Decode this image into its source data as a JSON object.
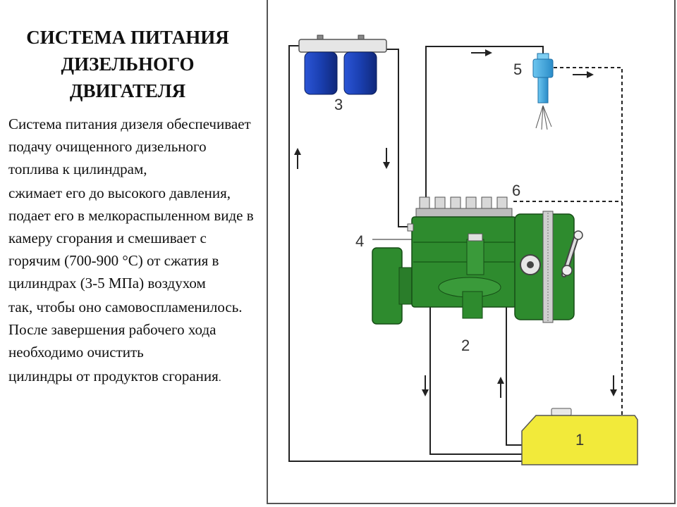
{
  "title": {
    "line1": "СИСТЕМА ПИТАНИЯ",
    "line2": "ДИЗЕЛЬНОГО",
    "line3": "ДВИГАТЕЛЯ"
  },
  "paragraphs": {
    "p1": "Система питания дизеля обеспечивает подачу очищенного дизельного топлива к цилиндрам,",
    "p2": "сжимает его до высокого давления, подает его в мелкораспыленном виде в камеру сгорания и смешивает с горячим (700-900 °С) от сжатия в цилиндрах (3-5 МПа) воздухом",
    "p3": "так, чтобы оно самовоспламенилось. После завершения рабочего хода необходимо очистить",
    "p4_main": "цилиндры от продуктов сгорания",
    "p4_end": "."
  },
  "diagram": {
    "label1": "1",
    "label2": "2",
    "label3": "3",
    "label4": "4",
    "label5": "5",
    "label6": "6"
  },
  "colors": {
    "pump": "#2e8b2e",
    "pump_dark": "#1e6a1e",
    "filter": "#1a3fb0",
    "tank": "#f2ea3a",
    "injector": "#3aa8e0",
    "line": "#222222"
  }
}
